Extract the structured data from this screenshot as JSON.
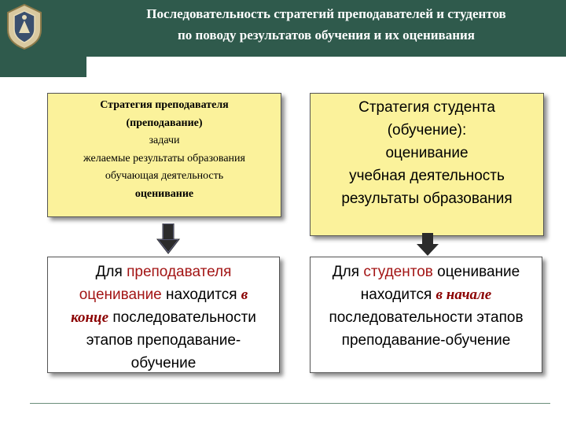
{
  "header": {
    "title_line1": "Последовательность  стратегий  преподавателей и студентов",
    "title_line2": "по поводу результатов обучения  и их  оценивания"
  },
  "teacher_strategy": {
    "line1": "Стратегия преподавателя",
    "line2": "(преподавание)",
    "line3": "задачи",
    "line4": "желаемые результаты образования",
    "line5": "обучающая деятельность",
    "line6": "оценивание"
  },
  "student_strategy": {
    "line1": "Стратегия студента",
    "line2": "(обучение):",
    "line3": "оценивание",
    "line4": "учебная деятельность",
    "line5": "результаты образования"
  },
  "teacher_note": {
    "part1": "Для ",
    "highlight1": "преподавателя",
    "part2": "оценивание",
    "part3": " находится ",
    "emph1": "в",
    "emph2": "конце",
    "part4": " последовательности",
    "part5": "этапов преподавание-",
    "part6": "обучение"
  },
  "student_note": {
    "part1": "Для ",
    "highlight1": "студентов",
    "highlight2": " оценивание",
    "part2": "находится ",
    "emph1": "в начале",
    "part3": "последовательности этапов",
    "part4": "преподавание-обучение"
  },
  "colors": {
    "header_bg": "#2f5a4c",
    "box_fill": "#fbf29b",
    "arrow_fill": "#7b7fb0",
    "arrow_dark": "#2b2b2b",
    "highlight": "#a31515"
  }
}
